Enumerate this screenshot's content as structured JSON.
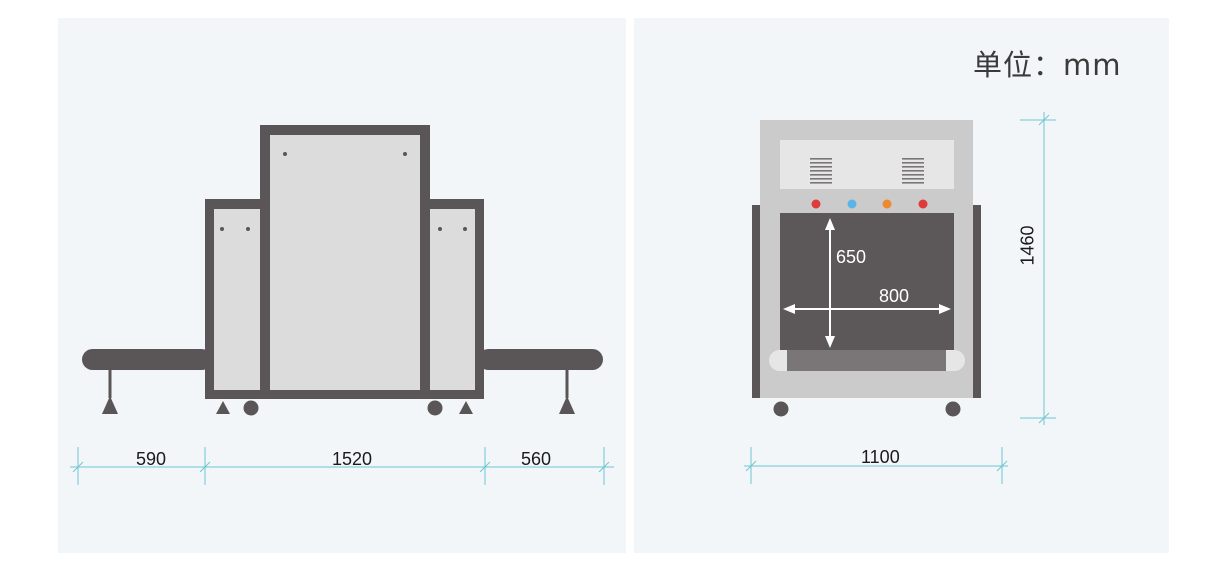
{
  "unit_label": "单位：mm",
  "side_view": {
    "dimensions": [
      "590",
      "1520",
      "560"
    ]
  },
  "front_view": {
    "width_label": "1100",
    "height_label": "1460",
    "tunnel_height_label": "650",
    "tunnel_width_label": "800",
    "indicator_lights": [
      "#e03a3a",
      "#5ab4e5",
      "#ee8a2e",
      "#e03a3a"
    ]
  },
  "colors": {
    "frame": "#5a5556",
    "panel_fill": "#dcdcdd",
    "machine_front": "#cbcbcc",
    "tunnel": "#5c5758",
    "dimension_line": "#6fc6d3"
  }
}
